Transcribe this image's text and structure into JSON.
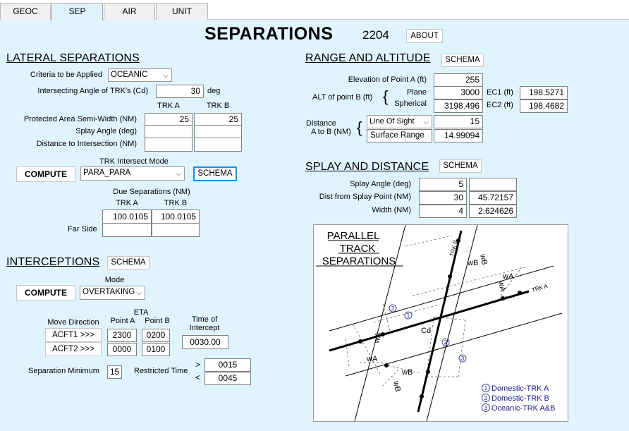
{
  "tabs": [
    "GEOC",
    "SEP",
    "AIR",
    "UNIT"
  ],
  "app": {
    "title": "SEPARATIONS",
    "version": "2204",
    "about_label": "ABOUT"
  },
  "lateral": {
    "heading": "LATERAL SEPARATIONS",
    "criteria_label": "Criteria to be Applied",
    "criteria_value": "OCEANIC",
    "angle_label": "Intersecting Angle of TRK's (Cd)",
    "angle_value": "30",
    "angle_unit": "deg",
    "trk_a": "TRK A",
    "trk_b": "TRK B",
    "semi_width_label": "Protected Area Semi-Width (NM)",
    "semi_width_a": "25",
    "semi_width_b": "25",
    "splay_label": "Splay Angle (deg)",
    "splay_a": "",
    "splay_b": "",
    "dist_label": "Distance to Intersection (NM)",
    "dist_a": "",
    "dist_b": "",
    "compute_label": "COMPUTE",
    "mode_label": "TRK Intersect Mode",
    "mode_value": "PARA_PARA",
    "schema_label": "SCHEMA",
    "due_label": "Due Separations (NM)",
    "due_a": "100.0105",
    "due_b": "100.0105",
    "far_side_label": "Far Side",
    "far_a": "",
    "far_b": ""
  },
  "interceptions": {
    "heading": "INTERCEPTIONS",
    "schema_label": "SCHEMA",
    "compute_label": "COMPUTE",
    "mode_label": "Mode",
    "mode_value": "OVERTAKING",
    "eta_label": "ETA",
    "move_dir_label": "Move Direction",
    "point_a_label": "Point A",
    "point_b_label": "Point B",
    "acft1_label": "ACFT1 >>>",
    "acft2_label": "ACFT2 >>>",
    "acft1_a": "2300",
    "acft1_b": "0200",
    "acft2_a": "0000",
    "acft2_b": "0100",
    "toi_label": "Time of Intercept",
    "toi_value": "0030.00",
    "sep_min_label": "Separation Minimum",
    "sep_min_value": "15",
    "restricted_label": "Restricted Time",
    "gt": ">",
    "lt": "<",
    "restricted_gt": "0015",
    "restricted_lt": "0045"
  },
  "range": {
    "heading": "RANGE AND ALTITUDE",
    "schema_label": "SCHEMA",
    "elev_label": "Elevation of Point A (ft)",
    "elev_value": "255",
    "alt_label": "ALT of point B (ft)",
    "plane_label": "Plane",
    "plane_value": "3000",
    "spherical_label": "Spherical",
    "spherical_value": "3198.496",
    "ec1_label": "EC1 (ft)",
    "ec1_value": "198.5271",
    "ec2_label": "EC2 (ft)",
    "ec2_value": "198.4682",
    "distance_label_1": "Distance",
    "distance_label_2": "A to B (NM)",
    "los_value": "Line Of Sight",
    "los_result": "15",
    "surface_label": "Surface Range",
    "surface_value": "14.99094"
  },
  "splay": {
    "heading": "SPLAY AND DISTANCE",
    "schema_label": "SCHEMA",
    "angle_label": "Splay Angle (deg)",
    "angle_value": "5",
    "angle_result": "",
    "dist_label": "Dist from Splay Point (NM)",
    "dist_value": "30",
    "dist_result": "45.72157",
    "width_label": "Width (NM)",
    "width_value": "4",
    "width_result": "2.624626"
  },
  "diagram": {
    "title_1": "PARALLEL",
    "title_2": "TRACK",
    "title_3": "SEPARATIONS",
    "trk_a": "TRK A",
    "trk_b": "TRK B",
    "cd": "Cd",
    "wa": "wA",
    "wb": "wB",
    "n1": "1",
    "n2": "2",
    "n3": "3",
    "legend_1": "Domestic-TRK A",
    "legend_2": "Domestic-TRK B",
    "legend_3": "Oceanic-TRK A&B",
    "legend_color": "#1a1a8c"
  },
  "colors": {
    "background": "#e0f4ff",
    "highlight_border": "#1b8fd9"
  }
}
